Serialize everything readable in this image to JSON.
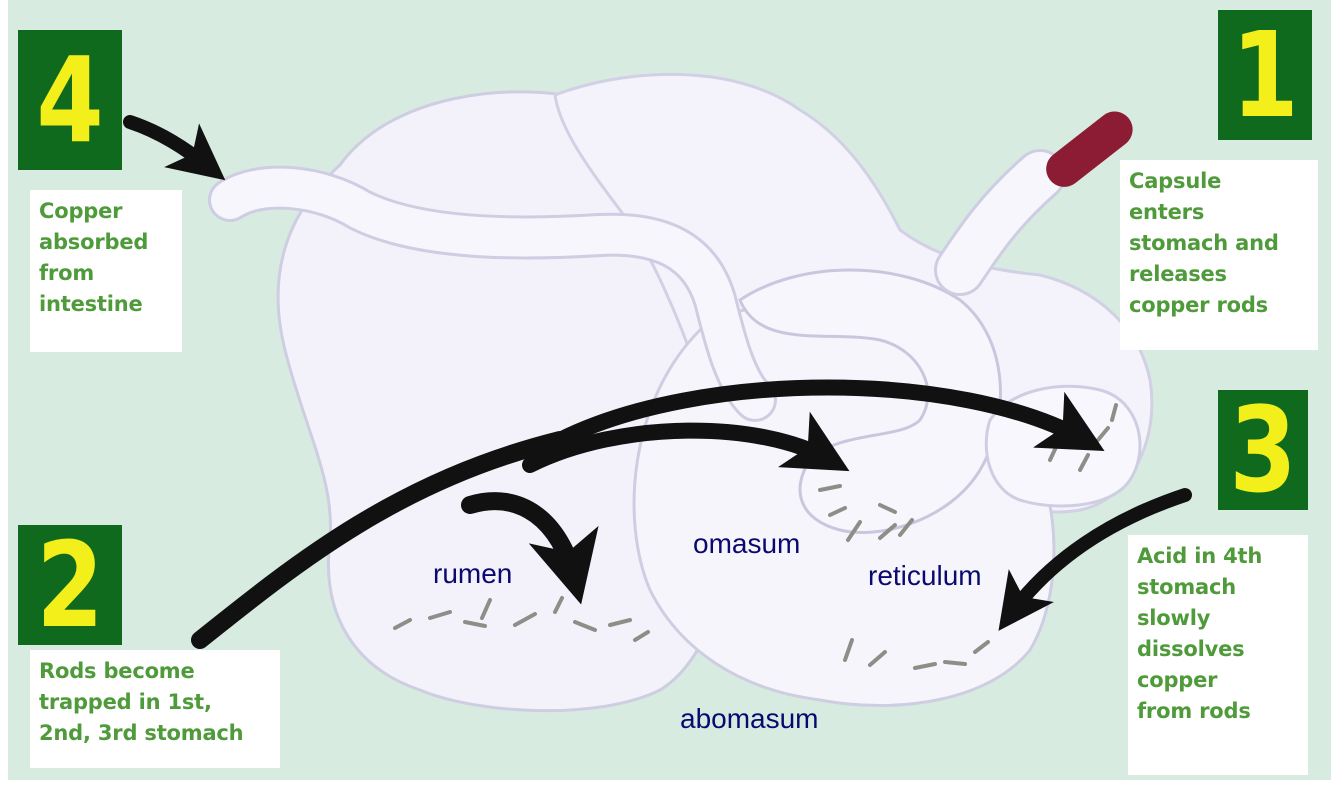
{
  "steps": [
    {
      "number": "1",
      "text": "Capsule\nenters\nstomach and\nreleases\ncopper rods"
    },
    {
      "number": "2",
      "text": "Rods become\ntrapped in 1st,\n2nd, 3rd stomach"
    },
    {
      "number": "3",
      "text": "Acid in 4th\nstomach\nslowly\ndissolves\ncopper\nfrom rods"
    },
    {
      "number": "4",
      "text": "Copper\nabsorbed\nfrom\nintestine"
    }
  ],
  "labels": {
    "rumen": "rumen",
    "omasum": "omasum",
    "reticulum": "reticulum",
    "abomasum": "abomasum"
  },
  "colors": {
    "background": "#d7ebe1",
    "number_box": "#0f6a1e",
    "number_text": "#f2ef1a",
    "note_text": "#4f9a3a",
    "label_text": "#0a0a6e",
    "capsule": "#8b1c33",
    "stomach": "#f4f2fa"
  }
}
